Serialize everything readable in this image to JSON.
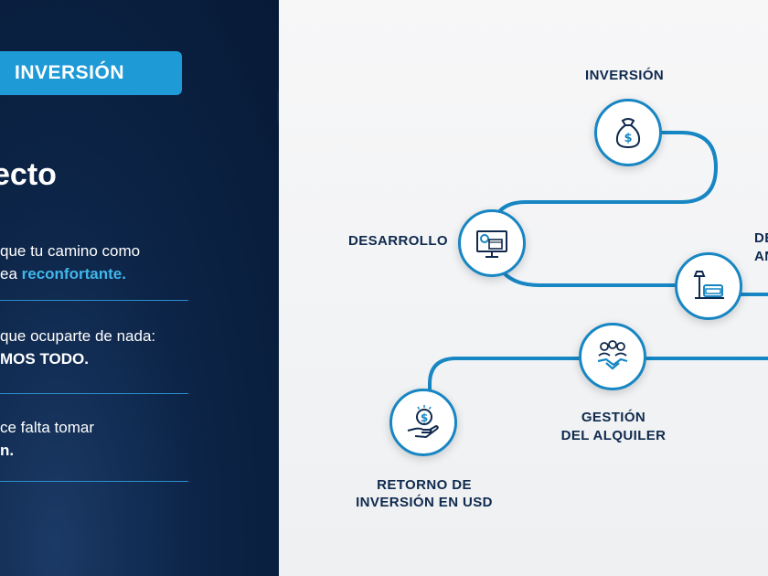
{
  "left_panel": {
    "tag_label": "INVERSIÓN",
    "heading": "ecto",
    "items": [
      {
        "line1": "que tu camino como",
        "line2_prefix": "ea ",
        "line2_accent": "reconfortante."
      },
      {
        "line1": "que ocuparte de nada:",
        "line2_accent": "MOS TODO."
      },
      {
        "line1": "ce falta tomar",
        "line2_accent": "n."
      }
    ]
  },
  "steps": {
    "inversion": "INVERSIÓN",
    "desarrollo": "DESARROLLO",
    "de_an_line1": "DE",
    "de_an_line2": "AN",
    "gestion_line1": "GESTIÓN",
    "gestion_line2": "DEL ALQUILER",
    "retorno_line1": "RETORNO DE",
    "retorno_line2": "INVERSIÓN EN USD"
  },
  "icons": {
    "inversion": "money-bag-icon",
    "desarrollo": "development-monitor-icon",
    "amenities": "lamp-sofa-icon",
    "gestion": "handshake-team-icon",
    "retorno": "hand-coin-icon"
  },
  "colors": {
    "dark_navy": "#0c2447",
    "accent_blue": "#1e9ad6",
    "light_accent": "#41b6ea",
    "path_blue": "#1786c3",
    "label_navy": "#0f2a4e"
  }
}
